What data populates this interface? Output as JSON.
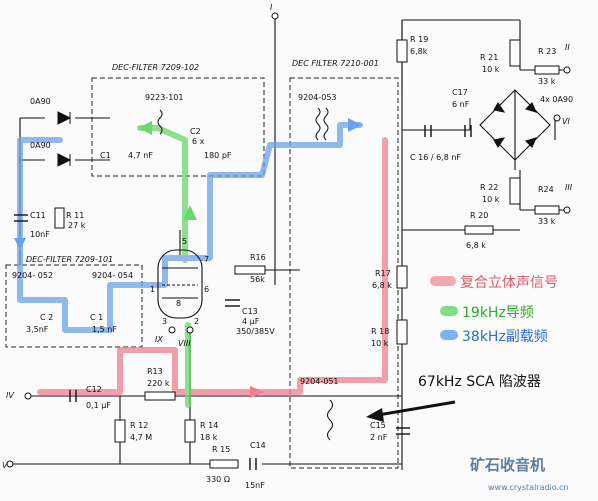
{
  "labels": {
    "top_terminal": "I",
    "dec_filter_102": "DEC-FILTER 7209-102",
    "dec_filter_001": "DEC FILTER 7210-001",
    "dec_filter_101": "DEC-FILTER 7209-101",
    "module_9223": "9223-101",
    "module_9204_053": "9204-053",
    "module_9204_052": "9204-\n052",
    "module_9204_054": "9204-\n054",
    "module_9204_051": "9204-051",
    "oa90_a": "0A90",
    "oa90_b": "0A90",
    "c1": "C1",
    "c1_val": "4,7 nF",
    "c2": "C2",
    "c2_val": "6 x",
    "c2_val2": "180 pF",
    "c11": "C11",
    "c11_val": "10nF",
    "r11": "R 11",
    "r11_val": "27 k",
    "c2b": "C 2",
    "c2b_val": "3,5nF",
    "c1b": "C 1",
    "c1b_val": "1,5 nF",
    "r16": "R16",
    "r16_val": "56k",
    "c13": "C13",
    "c13_val": "4 µF",
    "c13_val2": "350/385V",
    "r13": "R13",
    "r13_val": "220 k",
    "c12": "C12",
    "c12_val": "0,1 µF",
    "r12": "R 12",
    "r12_val": "4,7 M",
    "r14": "R 14",
    "r14_val": "18 k",
    "c14": "C14",
    "r15": "R 15",
    "r15_val": "330 Ω",
    "c14_val": "15nF",
    "r19": "R 19",
    "r19_val": "6,8k",
    "r21": "R 21",
    "r21_val": "10 k",
    "r23": "R 23",
    "r23_val": "33 k",
    "c17": "C17",
    "c17_val": "6 nF",
    "oa90_bridge": "4x 0A90",
    "c16_val": "C 16 / 6,8 nF",
    "r22": "R 22",
    "r22_val": "10 k",
    "r24": "R24",
    "r24_val": "33 k",
    "r20": "R 20",
    "r20_val": "6,8 k",
    "r17": "R17",
    "r17_val": "6,8 k",
    "r18": "R 18",
    "r18_val": "10 k",
    "c15": "C15",
    "c15_val": "2 nF",
    "term_ii": "II",
    "term_vi": "VI",
    "term_iii": "III",
    "term_iv": "IV",
    "term_v": "V",
    "term_ix": "IX",
    "term_viii": "VIII",
    "pin_5": "5",
    "pin_7": "7",
    "pin_6": "6",
    "pin_1": "1",
    "pin_3": "3",
    "pin_2": "2",
    "pin_8": "8",
    "sca_note": "67kHz SCA 陷波器"
  },
  "legend": [
    {
      "text": "复合立体声信号",
      "color": "#f4a7b0"
    },
    {
      "text": "19kHz导频",
      "color": "#7fe07f"
    },
    {
      "text": "38kHz副载频",
      "color": "#7fb0f0"
    }
  ],
  "legend_text_colors": [
    "#e0566a",
    "#2ea82e",
    "#2a6fd6"
  ],
  "watermark": {
    "cn": "矿石收音机",
    "url": "www.crystalradio.cn"
  }
}
